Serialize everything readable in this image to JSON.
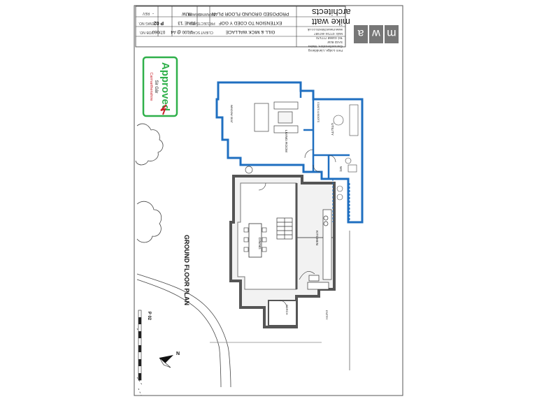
{
  "sheet": {
    "drawing_number": "P 02",
    "title": "GROUND FLOOR PLAN",
    "north_label": "N"
  },
  "titleblock": {
    "client_label": "CLIENT",
    "client": "GILL & MICK WALLACE",
    "project_label": "PROJECT",
    "project": "EXTENSION TO COED Y GOF",
    "drawing_label": "DRAWING",
    "drawing": "PROPOSED GROUND FLOOR PLAN",
    "scale_label": "SCALE",
    "scale": "1:100 @ A4",
    "date_label": "DATE",
    "date": "JUNE '13",
    "drawn_label": "DRAWN",
    "drawn": "MJW",
    "job_label": "JOB NO.",
    "job": "07/060",
    "dwg_label": "DWG NO.",
    "dwg": "P 02",
    "rev_label": "REV",
    "rev": "-"
  },
  "practice": {
    "logo_letters": [
      "m",
      "w",
      "a"
    ],
    "name_line1": "mike watt",
    "name_line2": "architects",
    "address1": "Fern Lodge, Llanddarog",
    "address2": "Carmarthenshire, Wales",
    "address3": "SA32 8LW",
    "tel": "Tel: 01558 777170",
    "mob": "Mob: 07734 467487",
    "web": "www.mwarchitects.co.uk",
    "email": "info@mwarchitects.co.uk"
  },
  "stamp": {
    "text": "Approved",
    "sub1": "Sir Gâr",
    "sub2": "Carmarthenshire",
    "color": "#2fb04a"
  },
  "rooms": {
    "living": "LIVING ROOM",
    "utility": "UTILITY",
    "wc": "WC",
    "kitchen": "KITCHEN",
    "dining": "DINING",
    "porch": "PORCH",
    "entry": "ENTRY",
    "coats": "COATS & BOOTS",
    "window": "WINDOW SEAT"
  },
  "colors": {
    "new_wall": "#1f6fc0",
    "existing_wall": "#9a9a9a",
    "line": "#222222"
  }
}
